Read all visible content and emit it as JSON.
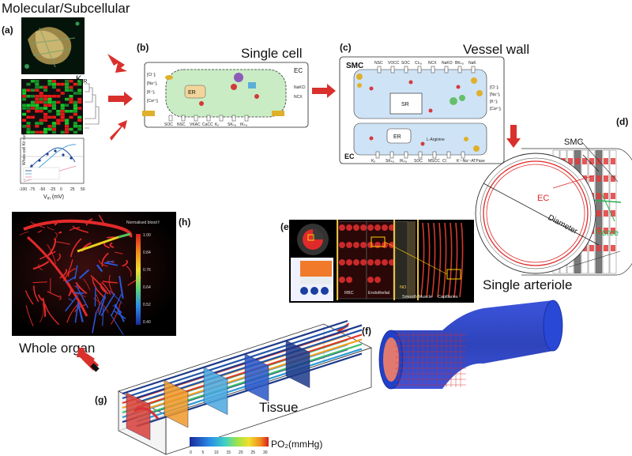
{
  "headings": {
    "molecular": "Molecular/Subcellular",
    "single_cell": "Single cell",
    "vessel_wall": "Vessel wall",
    "single_arteriole": "Single arteriole",
    "whole_organ": "Whole organ",
    "tissue": "Tissue"
  },
  "panel_labels": {
    "a": "(a)",
    "b": "(b)",
    "c": "(c)",
    "d": "(d)",
    "e": "(e)",
    "f": "(f)",
    "g": "(g)",
    "h": "(h)"
  },
  "panel_a": {
    "kir_label": "K",
    "kir_sub": "IR",
    "plot_ylabel": "Whole-cell Kir current I",
    "plot_xlabel": "V",
    "plot_xlabel_sub": "m",
    "plot_xunit": "(mV)",
    "x_ticks": [
      "-100",
      "-75",
      "-50",
      "-25",
      "0",
      "25",
      "50"
    ]
  },
  "panel_b": {
    "ec_label": "EC",
    "er_label": "ER",
    "ions": [
      "[Cl⁻]ᵢ",
      "[Na⁺]ᵢ",
      "[K⁺]ᵢ",
      "[Ca²⁺]ᵢ"
    ],
    "channels": [
      "SOC",
      "NSC",
      "VKAC",
      "CaCC",
      "Kᵢᵣ",
      "SKₖₐ",
      "IKₖₐ"
    ],
    "right_labels": [
      "NaKCl",
      "NCX"
    ]
  },
  "panel_c": {
    "smc_label": "SMC",
    "ec_label": "EC",
    "sr_label": "SR",
    "er_label": "ER",
    "top_channels": [
      "NSC",
      "VOCC",
      "SOC",
      "Clₖₐ",
      "NCX",
      "NaKO",
      "BKₖₐ",
      "NaK"
    ],
    "bottom_channels": [
      "Kᵢᵣ",
      "SKₖₐ",
      "IKₖₐ",
      "SOC",
      "MSCC",
      "Cl",
      "K⁺-Na⁺-ATPase"
    ],
    "right_ions": [
      "[Cl⁻]ᵢ",
      "[Na⁺]ᵢ",
      "[K⁺]ᵢ",
      "[Ca²⁺]ᵢ"
    ],
    "arginine": "L-Arginine"
  },
  "panel_d": {
    "smc": "SMC",
    "ec": "EC",
    "diameter": "Diameter",
    "force": "Force"
  },
  "panel_e": {
    "rbc": "RBC",
    "endothelial": "Endothelial",
    "no": "NO",
    "smooth_muscle": "Smooth Muscle",
    "capillaries": "Capillaries"
  },
  "panel_g": {
    "colorbar_ticks": [
      "0",
      "5",
      "10",
      "15",
      "20",
      "25",
      "30"
    ],
    "unit_label": "PO₂(mmHg)"
  },
  "panel_h": {
    "colorbar_title": "Normalised blood f",
    "colorbar_ticks": [
      "1.00",
      "0.84",
      "0.76",
      "0.64",
      "0.52",
      "0.40"
    ]
  },
  "colors": {
    "arrow": "#d9302c",
    "ec_cell": "#c9ecc4",
    "vessel_wall": "#cfe3f6",
    "tissue_red": "#e23a2a",
    "tissue_blue": "#1d3a8a",
    "arteriole_blue": "#1f3fd1",
    "arteriole_red": "#e0282a"
  }
}
